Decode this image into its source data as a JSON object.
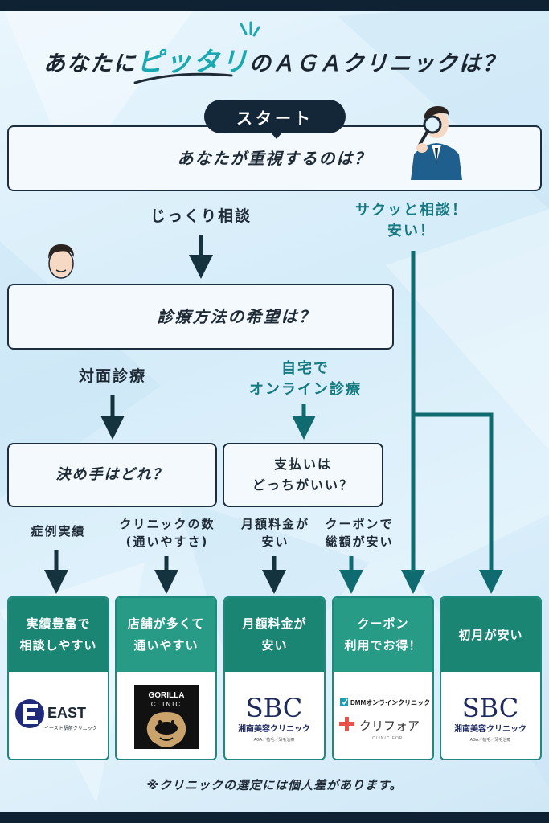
{
  "title": {
    "before": "あなたに",
    "highlight": "ピッタリ",
    "after": "のＡＧＡクリニックは？"
  },
  "start": {
    "label": "スタート"
  },
  "q1": {
    "text": "あなたが重視するのは？"
  },
  "branches": {
    "careful": "じっくり相談",
    "quick_line1": "サクッと相談！",
    "quick_line2": "安い！"
  },
  "q2": {
    "text": "診療方法の希望は？"
  },
  "methods": {
    "in_person": "対面診療",
    "online_line1": "自宅で",
    "online_line2": "オンライン診療"
  },
  "q3": {
    "text": "決め手はどれ？"
  },
  "q4": {
    "line1": "支払いは",
    "line2": "どっちがいい？"
  },
  "criteria": {
    "track_record": "症例実績",
    "clinics_line1": "クリニックの数",
    "clinics_line2": "(通いやすさ)",
    "monthly_line1": "月額料金が",
    "monthly_line2": "安い",
    "coupon_line1": "クーポンで",
    "coupon_line2": "総額が安い"
  },
  "results": [
    {
      "line1": "実績豊富で",
      "line2": "相談しやすい",
      "logo": {
        "name": "EAST",
        "sub": "イースト駅前クリニック"
      }
    },
    {
      "line1": "店舗が多くて",
      "line2": "通いやすい",
      "logo": {
        "name": "GORILLA",
        "sub": "CLINIC"
      }
    },
    {
      "line1": "月額料金が",
      "line2": "安い",
      "logo": {
        "name": "SBC",
        "sub": "湘南美容クリニック",
        "tag": "AGA／植毛／薄毛治療"
      }
    },
    {
      "line1": "クーポン",
      "line2": "利用でお得！",
      "logo": {
        "name": "DMMオンラインクリニック",
        "sub": "クリフォア",
        "tag": "CLINIC FOR"
      }
    },
    {
      "line1": "初月が安い",
      "line2": "",
      "logo": {
        "name": "SBC",
        "sub": "湘南美容クリニック",
        "tag": "AGA／植毛／薄毛治療"
      }
    }
  ],
  "note": "※クリニックの選定には個人差があります。",
  "colors": {
    "navy": "#132739",
    "teal": "#1b8574",
    "arrow_dark": "#15333f",
    "arrow_teal": "#0f6b70",
    "accent": "#1aa8b0"
  }
}
